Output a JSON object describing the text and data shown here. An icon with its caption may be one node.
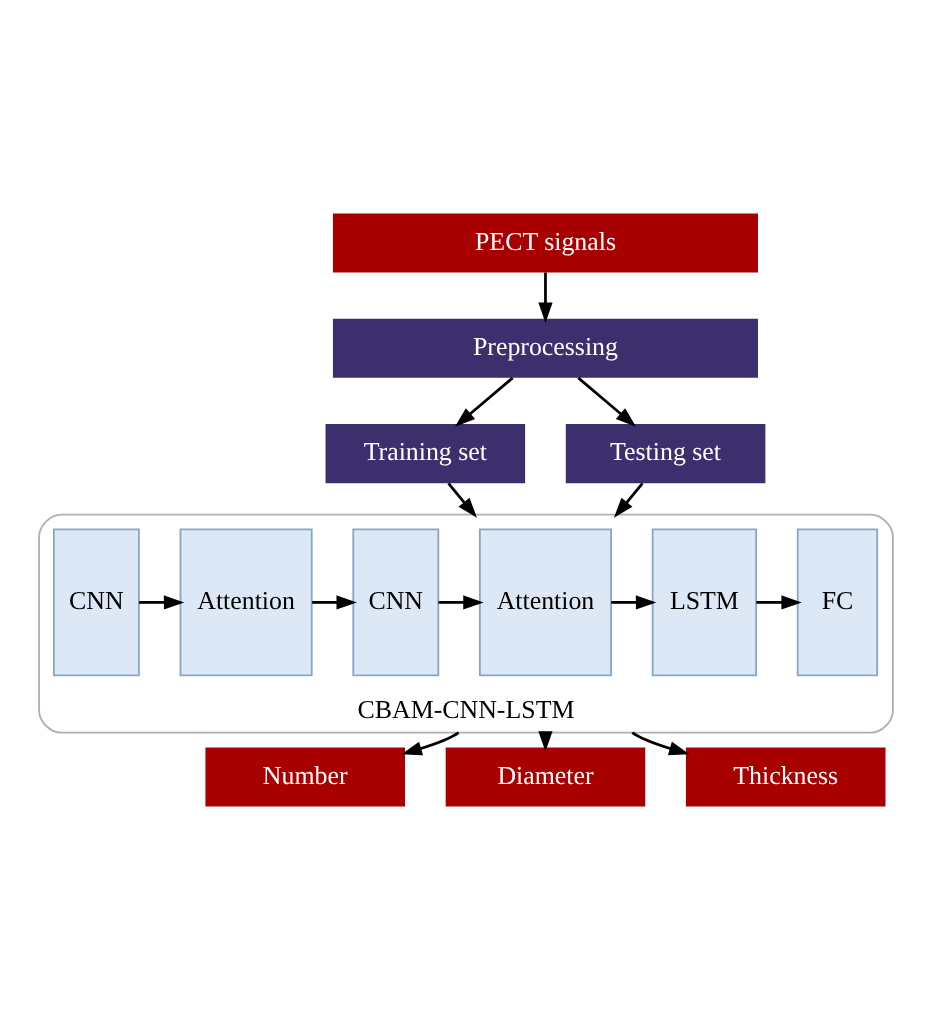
{
  "diagram": {
    "nodes": [
      {
        "text": [
          "PECT signals"
        ]
      },
      {
        "text": [
          "Preprocessing"
        ]
      },
      {
        "text": [
          "Training set"
        ]
      },
      {
        "text": [
          "Testing set"
        ]
      },
      {
        "text": [
          "CBAM-CNN-LSTM"
        ]
      },
      {
        "text": [
          "CNN"
        ],
        "in": 4
      },
      {
        "text": [
          "Attention"
        ],
        "in": 4
      },
      {
        "text": [
          "CNN"
        ],
        "in": 4
      },
      {
        "text": [
          "Attention"
        ],
        "in": 4
      },
      {
        "text": [
          "LSTM"
        ],
        "in": 4
      },
      {
        "text": [
          "FC"
        ],
        "in": 4
      },
      {
        "text": [
          "Number"
        ]
      },
      {
        "text": [
          "Diameter"
        ]
      },
      {
        "text": [
          "Thickness"
        ]
      }
    ],
    "edges": [
      {
        "from": 0,
        "to": 1,
        "arrow": "to"
      },
      {
        "from": 1,
        "to": 2,
        "arrow": "to"
      },
      {
        "from": 1,
        "to": 3,
        "arrow": "to"
      },
      {
        "from": 2,
        "to": 4,
        "arrow": "to"
      },
      {
        "from": 3,
        "to": 4,
        "arrow": "to"
      },
      {
        "from": 5,
        "to": 6,
        "arrow": "to"
      },
      {
        "from": 6,
        "to": 7,
        "arrow": "to"
      },
      {
        "from": 7,
        "to": 8,
        "arrow": "to"
      },
      {
        "from": 8,
        "to": 9,
        "arrow": "to"
      },
      {
        "from": 9,
        "to": 10,
        "arrow": "to"
      },
      {
        "from": 4,
        "to": 11,
        "arrow": "to"
      },
      {
        "from": 4,
        "to": 12,
        "arrow": "to"
      },
      {
        "from": 4,
        "to": 13,
        "arrow": "to"
      }
    ]
  }
}
